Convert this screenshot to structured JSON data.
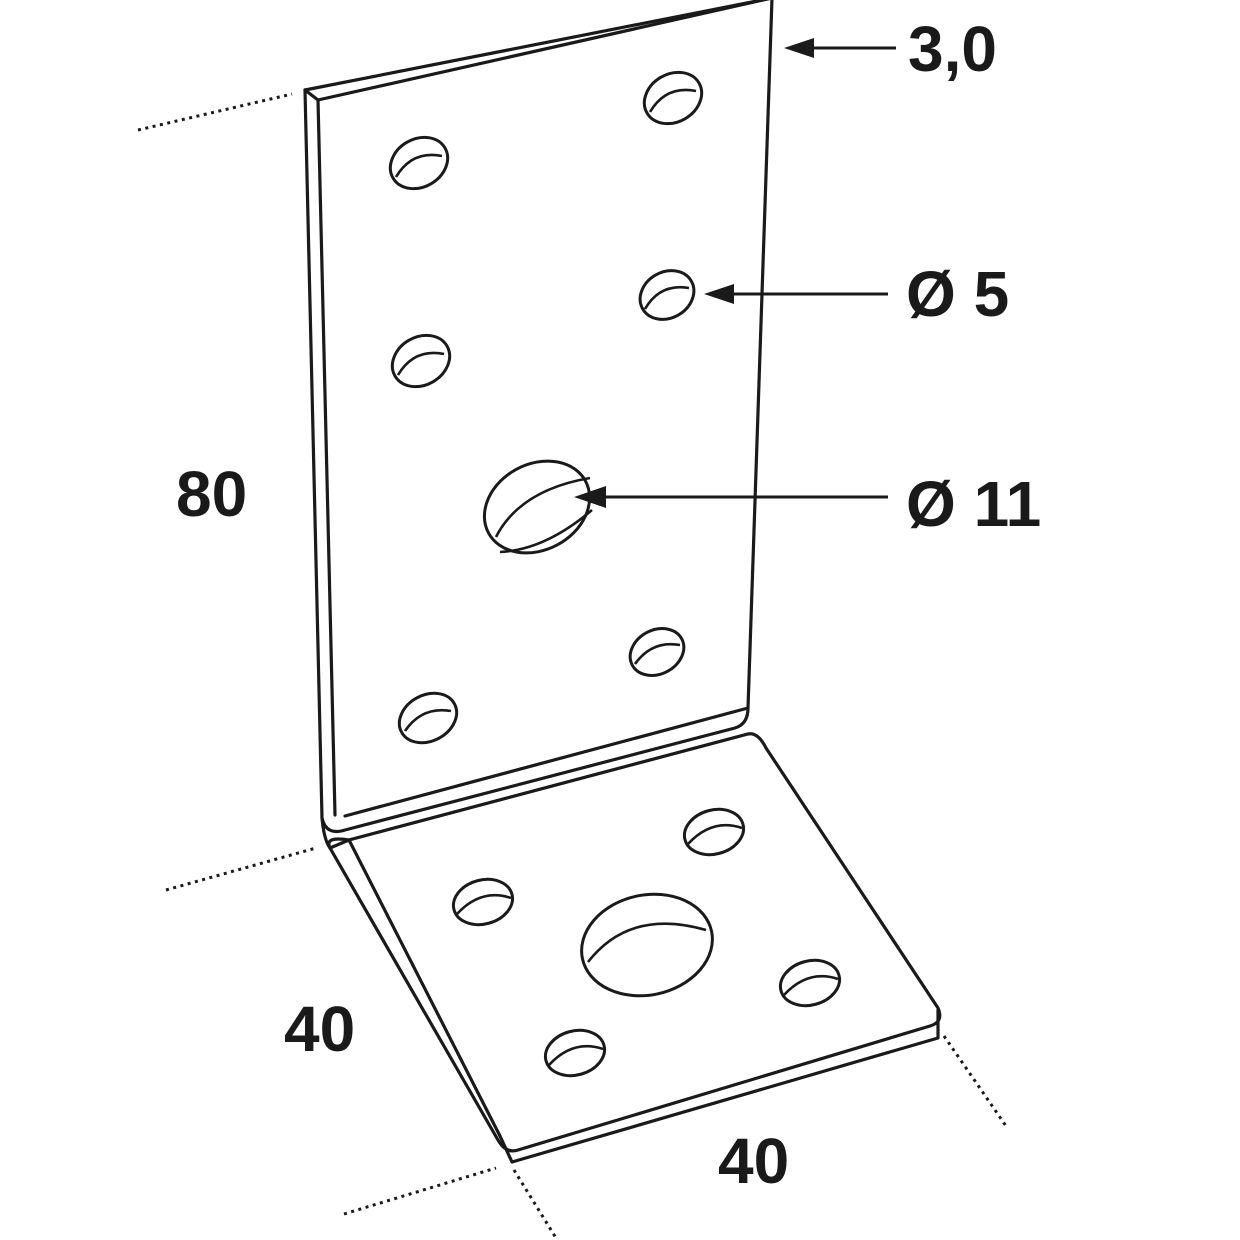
{
  "dimensions": {
    "thickness": "3,0",
    "small_hole": "Ø 5",
    "large_hole": "Ø 11",
    "height": "80",
    "depth": "40",
    "width": "40"
  },
  "colors": {
    "line": "#1a1a1a",
    "background": "#ffffff"
  }
}
